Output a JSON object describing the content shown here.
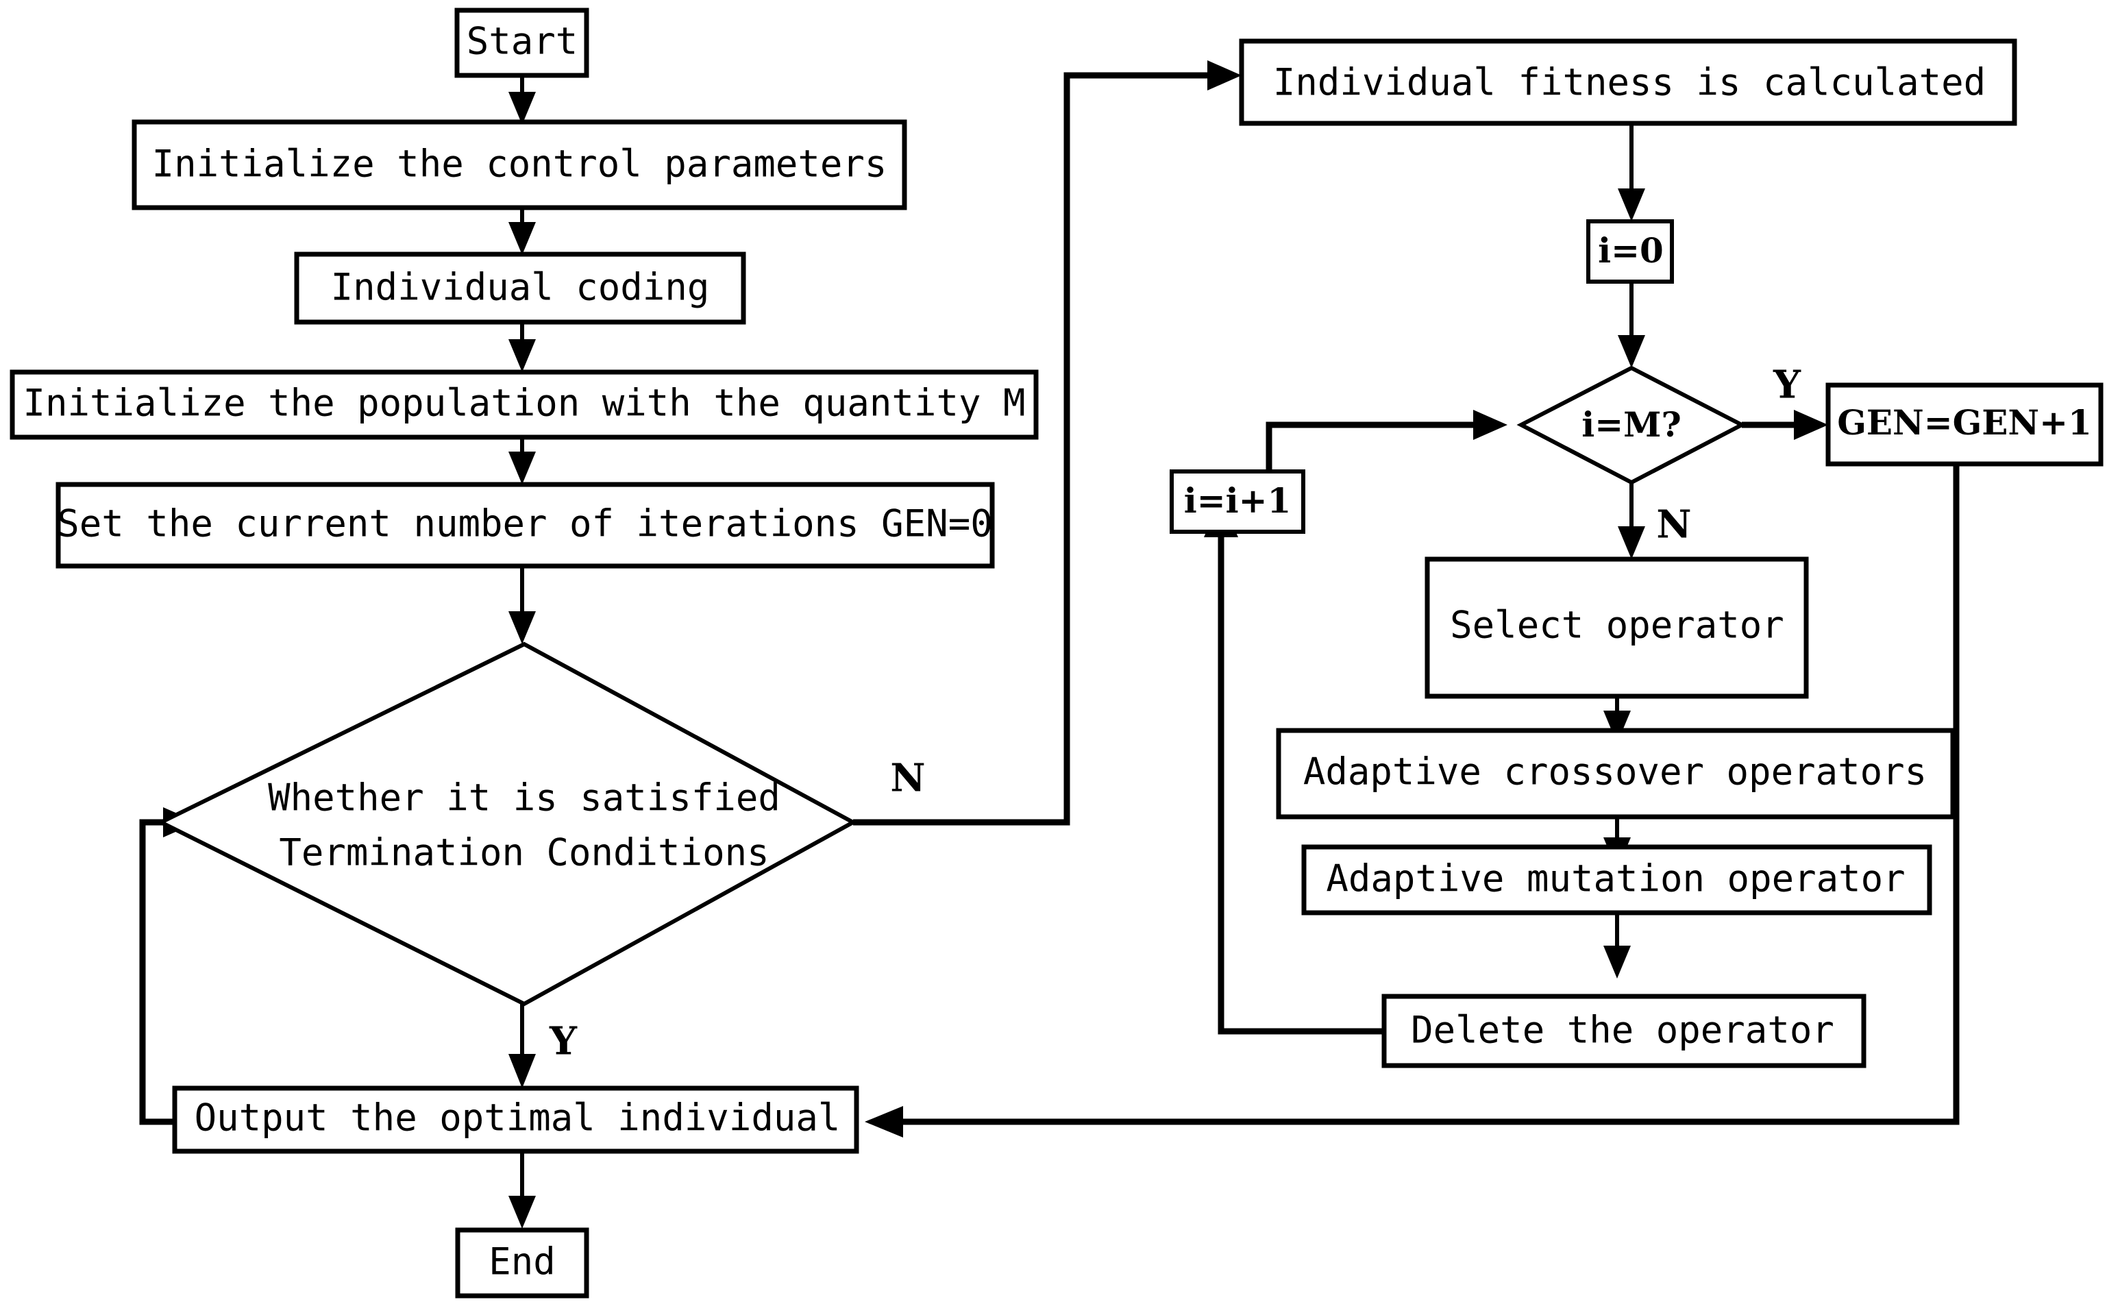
{
  "diagram": {
    "title": "Adaptive genetic algorithm flowchart",
    "type": "flowchart",
    "stroke_color": "#000000",
    "fill_color": "#ffffff"
  },
  "nodes": {
    "start": {
      "label": "Start",
      "shape": "rect"
    },
    "init_control": {
      "label": "Initialize the control parameters",
      "shape": "rect"
    },
    "individual_coding": {
      "label": "Individual coding",
      "shape": "rect"
    },
    "init_population": {
      "label": "Initialize the population with the quantity M",
      "shape": "rect"
    },
    "set_gen": {
      "label": "Set the current number of iterations GEN=0",
      "shape": "rect"
    },
    "termination_line1": {
      "label": "Whether it is satisfied",
      "shape": "diamond"
    },
    "termination_line2": {
      "label": "Termination Conditions",
      "shape": "diamond"
    },
    "output_optimal": {
      "label": "Output the optimal individual",
      "shape": "rect"
    },
    "end": {
      "label": "End",
      "shape": "rect"
    },
    "fitness": {
      "label": "Individual fitness is calculated",
      "shape": "rect"
    },
    "i_zero": {
      "label": "i=0",
      "shape": "rect"
    },
    "i_equals_m": {
      "label": "i=M?",
      "shape": "diamond"
    },
    "i_increment": {
      "label": "i=i+1",
      "shape": "rect"
    },
    "gen_increment": {
      "label": "GEN=GEN+1",
      "shape": "rect"
    },
    "select_operator": {
      "label": "Select  operator",
      "shape": "rect"
    },
    "crossover": {
      "label": "Adaptive crossover operators",
      "shape": "rect"
    },
    "mutation": {
      "label": "Adaptive mutation operator",
      "shape": "rect"
    },
    "delete_operator": {
      "label": "Delete the operator",
      "shape": "rect"
    }
  },
  "branch_labels": {
    "termination_no": "N",
    "termination_yes": "Y",
    "i_equals_m_yes": "Y",
    "i_equals_m_no": "N"
  }
}
